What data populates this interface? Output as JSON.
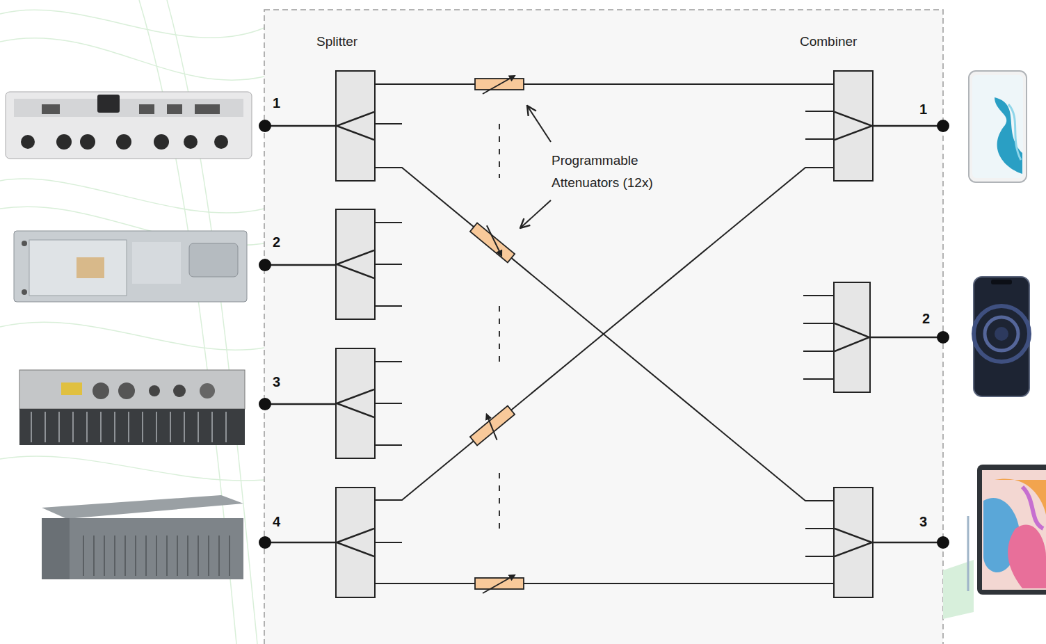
{
  "diagram": {
    "nodes": [
      {
        "text": [
          "1"
        ]
      },
      {
        "text": [
          "2"
        ]
      },
      {
        "text": [
          "3"
        ]
      },
      {
        "text": [
          "4"
        ]
      },
      {
        "text": [
          "1"
        ]
      },
      {
        "text": [
          "2"
        ]
      },
      {
        "text": [
          "3"
        ]
      }
    ],
    "edges": [
      {
        "from": 0,
        "to": 4,
        "arrow": "none"
      },
      {
        "from": 0,
        "to": 6,
        "arrow": "none"
      },
      {
        "from": 3,
        "to": 4,
        "arrow": "none"
      },
      {
        "from": 3,
        "to": 6,
        "arrow": "none"
      }
    ],
    "labels": [
      "Splitter",
      "Combiner",
      "Programmable Attenuators (12x)"
    ]
  }
}
